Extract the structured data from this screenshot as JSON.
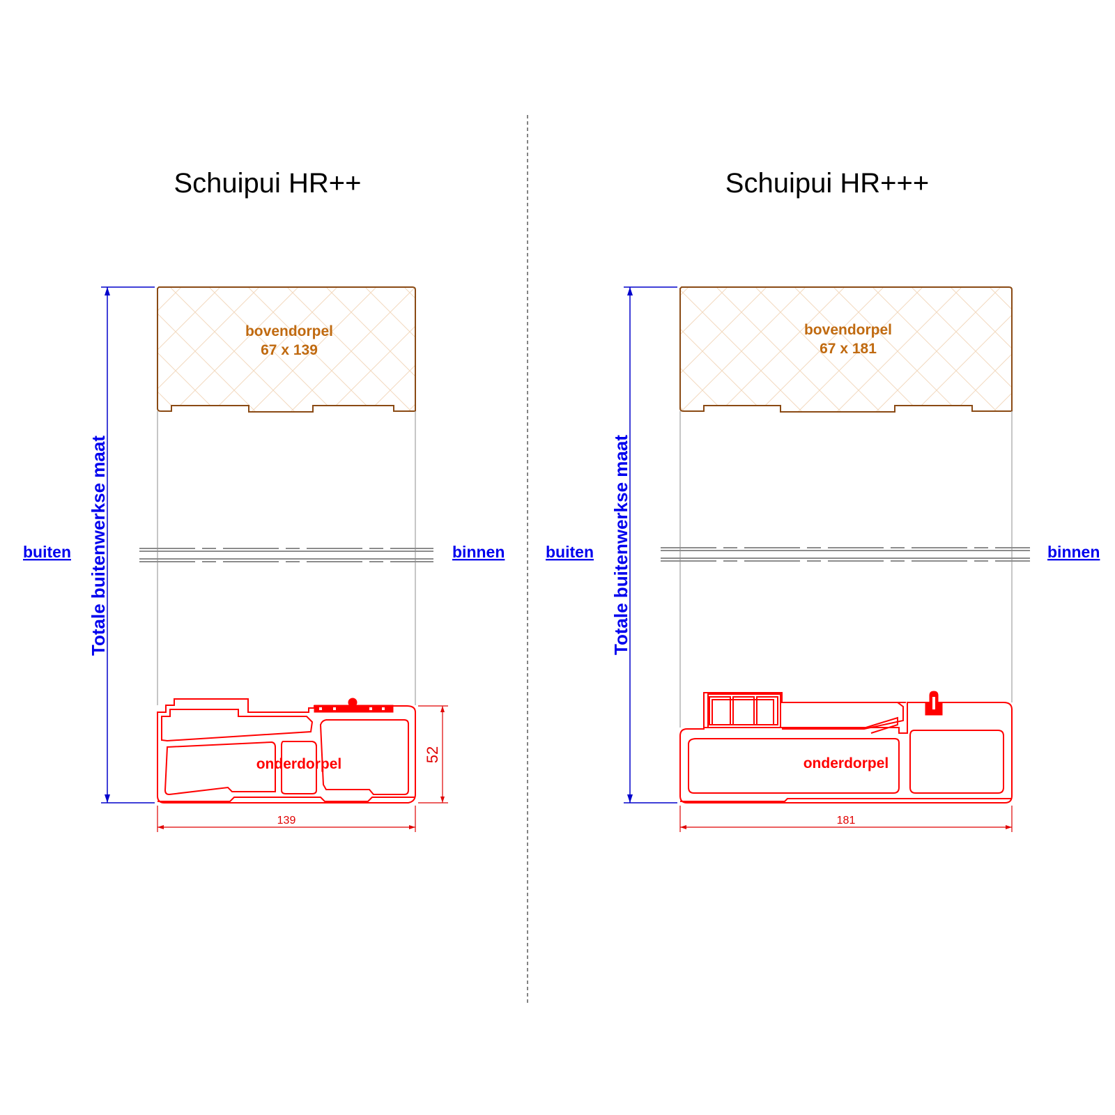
{
  "panels": [
    {
      "title": "Schuipui HR++",
      "top_label": "bovendorpel",
      "top_size": "67 x 139",
      "bottom_label": "onderdorpel",
      "outside_label": "buiten",
      "inside_label": "binnen",
      "total_label": "Totale buitenwerkse maat",
      "width_dim": "139",
      "height_dim": "52"
    },
    {
      "title": "Schuipui HR+++",
      "top_label": "bovendorpel",
      "top_size": "67 x 181",
      "bottom_label": "onderdorpel",
      "outside_label": "buiten",
      "inside_label": "binnen",
      "total_label": "Totale buitenwerkse maat",
      "width_dim": "181"
    }
  ],
  "colors": {
    "title": "#000000",
    "wood": "#c06a10",
    "profile": "#ff0000",
    "link": "#0000ee",
    "guide": "#b4b4b4"
  }
}
